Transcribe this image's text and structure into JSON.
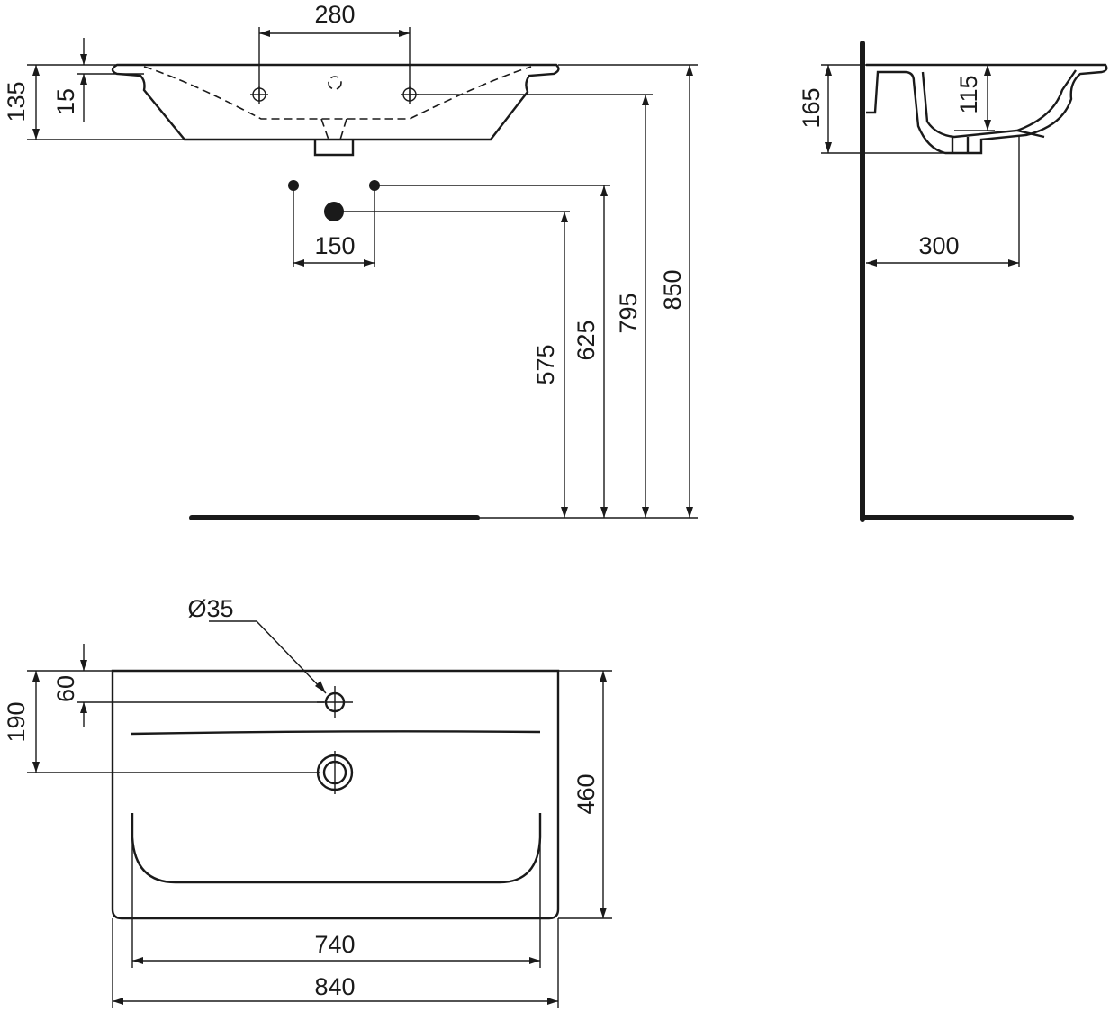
{
  "drawing": {
    "front_view": {
      "tap_spacing": "280",
      "total_height": "135",
      "rim_thickness": "15",
      "supply_spacing": "150",
      "waste_height": "575",
      "supply_height": "625",
      "tap_hole_height": "795",
      "rim_height": "850"
    },
    "side_view": {
      "depth": "165",
      "bowl_depth": "115",
      "waste_projection": "300"
    },
    "plan_view": {
      "tap_hole_diameter": "Ø35",
      "tap_hole_offset": "60",
      "waste_offset": "190",
      "depth": "460",
      "bowl_width": "740",
      "overall_width": "840"
    }
  }
}
